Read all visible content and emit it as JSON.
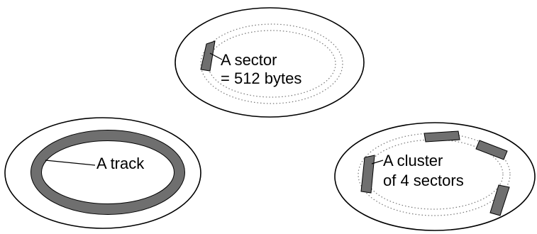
{
  "colors": {
    "platter_outline": "#000000",
    "highlight_fill": "#6f6f6f",
    "dotted_track": "#777777",
    "background": "#ffffff"
  },
  "platters": {
    "sector": {
      "label_line1": "A sector",
      "label_line2": "= 512 bytes"
    },
    "track": {
      "label": "A track"
    },
    "cluster": {
      "label_line1": "A cluster",
      "label_line2": "of 4 sectors"
    }
  }
}
